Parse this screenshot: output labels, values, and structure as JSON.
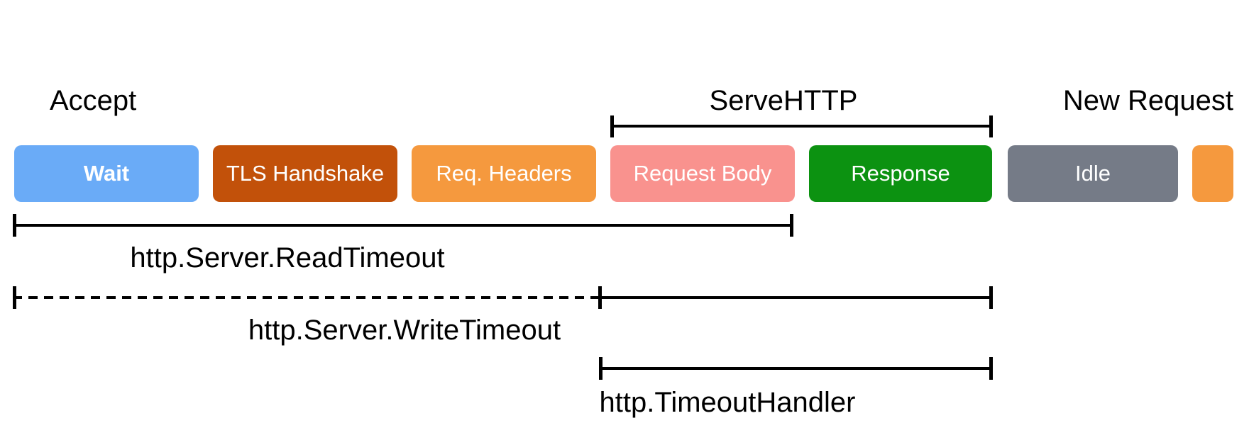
{
  "diagram": {
    "top_labels": {
      "accept": "Accept",
      "serve_http": "ServeHTTP",
      "new_request": "New Request"
    },
    "phases": [
      {
        "label": "Wait",
        "color": "#6aabf7"
      },
      {
        "label": "TLS Handshake",
        "color": "#c2510a"
      },
      {
        "label": "Req. Headers",
        "color": "#f5993e"
      },
      {
        "label": "Request Body",
        "color": "#f9928e"
      },
      {
        "label": "Response",
        "color": "#0c9211"
      },
      {
        "label": "Idle",
        "color": "#757b87"
      },
      {
        "label": "",
        "color": "#f5993e"
      }
    ],
    "timeouts": {
      "read": {
        "label": "http.Server.ReadTimeout"
      },
      "write": {
        "label": "http.Server.WriteTimeout"
      },
      "handler": {
        "label": "http.TimeoutHandler"
      }
    },
    "line_color": "#000000",
    "box_text_color": "#ffffff"
  }
}
